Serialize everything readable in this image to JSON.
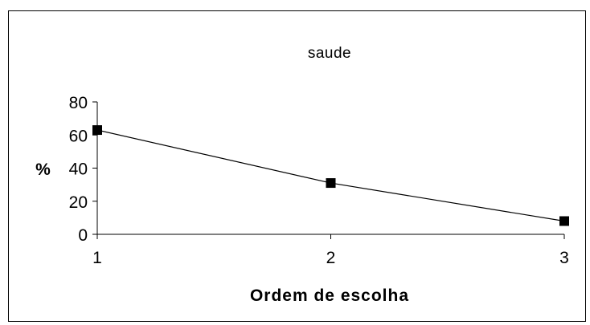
{
  "chart_data": {
    "type": "line",
    "title": "saude",
    "xlabel": "Ordem de escolha",
    "ylabel": "%",
    "categories": [
      "1",
      "2",
      "3"
    ],
    "series": [
      {
        "values": [
          63,
          31,
          8
        ]
      }
    ],
    "ylim": [
      0,
      80
    ],
    "yticks": [
      "0",
      "20",
      "40",
      "60",
      "80"
    ],
    "grid": false,
    "legend": "none",
    "colors": {
      "line": "#000000",
      "marker": "#000000",
      "axis": "#000000"
    }
  }
}
